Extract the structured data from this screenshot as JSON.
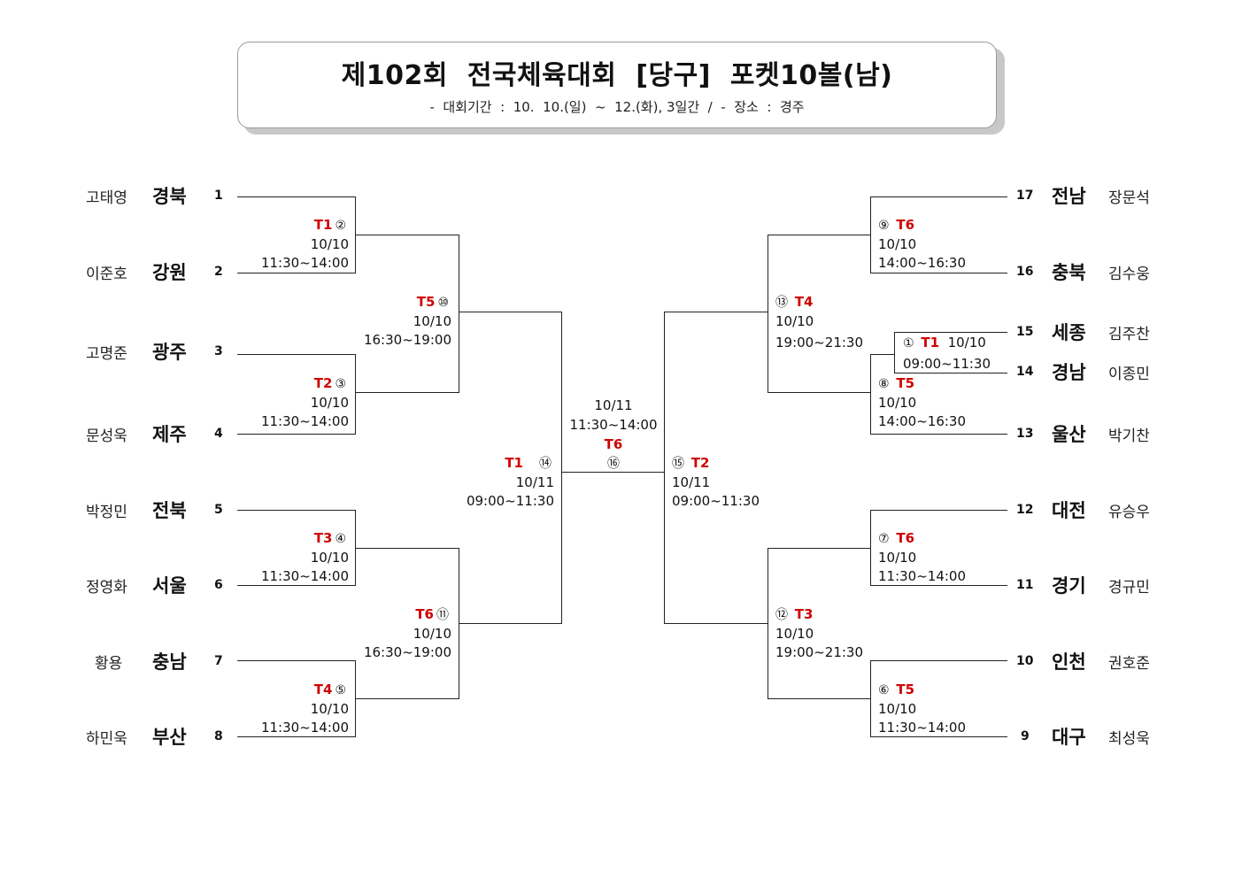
{
  "header": {
    "title": "제102회  전국체육대회  [당구]  포켓10볼(남)",
    "subtitle": "-  대회기간  :  10.  10.(일)  ~  12.(화), 3일간  /  -  장소  :  경주"
  },
  "left_entries": [
    {
      "name": "고태영",
      "region": "경북",
      "seed": "1"
    },
    {
      "name": "이준호",
      "region": "강원",
      "seed": "2"
    },
    {
      "name": "고명준",
      "region": "광주",
      "seed": "3"
    },
    {
      "name": "문성욱",
      "region": "제주",
      "seed": "4"
    },
    {
      "name": "박정민",
      "region": "전북",
      "seed": "5"
    },
    {
      "name": "정영화",
      "region": "서울",
      "seed": "6"
    },
    {
      "name": "황용",
      "region": "충남",
      "seed": "7"
    },
    {
      "name": "하민욱",
      "region": "부산",
      "seed": "8"
    }
  ],
  "right_entries": [
    {
      "name": "장문석",
      "region": "전남",
      "seed": "17"
    },
    {
      "name": "김수웅",
      "region": "충북",
      "seed": "16"
    },
    {
      "name": "김주찬",
      "region": "세종",
      "seed": "15"
    },
    {
      "name": "이종민",
      "region": "경남",
      "seed": "14"
    },
    {
      "name": "박기찬",
      "region": "울산",
      "seed": "13"
    },
    {
      "name": "유승우",
      "region": "대전",
      "seed": "12"
    },
    {
      "name": "경규민",
      "region": "경기",
      "seed": "11"
    },
    {
      "name": "권호준",
      "region": "인천",
      "seed": "10"
    },
    {
      "name": "최성욱",
      "region": "대구",
      "seed": "9"
    }
  ],
  "matches": {
    "m1": {
      "table": "T1",
      "no": "①",
      "date": "10/10",
      "time": "09:00~11:30"
    },
    "m2": {
      "table": "T1",
      "no": "②",
      "date": "10/10",
      "time": "11:30~14:00"
    },
    "m3": {
      "table": "T2",
      "no": "③",
      "date": "10/10",
      "time": "11:30~14:00"
    },
    "m4": {
      "table": "T3",
      "no": "④",
      "date": "10/10",
      "time": "11:30~14:00"
    },
    "m5": {
      "table": "T4",
      "no": "⑤",
      "date": "10/10",
      "time": "11:30~14:00"
    },
    "m6": {
      "table": "T5",
      "no": "⑥",
      "date": "10/10",
      "time": "11:30~14:00"
    },
    "m7": {
      "table": "T6",
      "no": "⑦",
      "date": "10/10",
      "time": "11:30~14:00"
    },
    "m8": {
      "table": "T5",
      "no": "⑧",
      "date": "10/10",
      "time": "14:00~16:30"
    },
    "m9": {
      "table": "T6",
      "no": "⑨",
      "date": "10/10",
      "time": "14:00~16:30"
    },
    "m10": {
      "table": "T5",
      "no": "⑩",
      "date": "10/10",
      "time": "16:30~19:00"
    },
    "m11": {
      "table": "T6",
      "no": "⑪",
      "date": "10/10",
      "time": "16:30~19:00"
    },
    "m12": {
      "table": "T3",
      "no": "⑫",
      "date": "10/10",
      "time": "19:00~21:30"
    },
    "m13": {
      "table": "T4",
      "no": "⑬",
      "date": "10/10",
      "time": "19:00~21:30"
    },
    "m14": {
      "table": "T1",
      "no": "⑭",
      "date": "10/11",
      "time": "09:00~11:30"
    },
    "m15": {
      "table": "T2",
      "no": "⑮",
      "date": "10/11",
      "time": "09:00~11:30"
    },
    "m16": {
      "table": "T6",
      "no": "⑯",
      "date": "10/11",
      "time": "11:30~14:00"
    }
  }
}
